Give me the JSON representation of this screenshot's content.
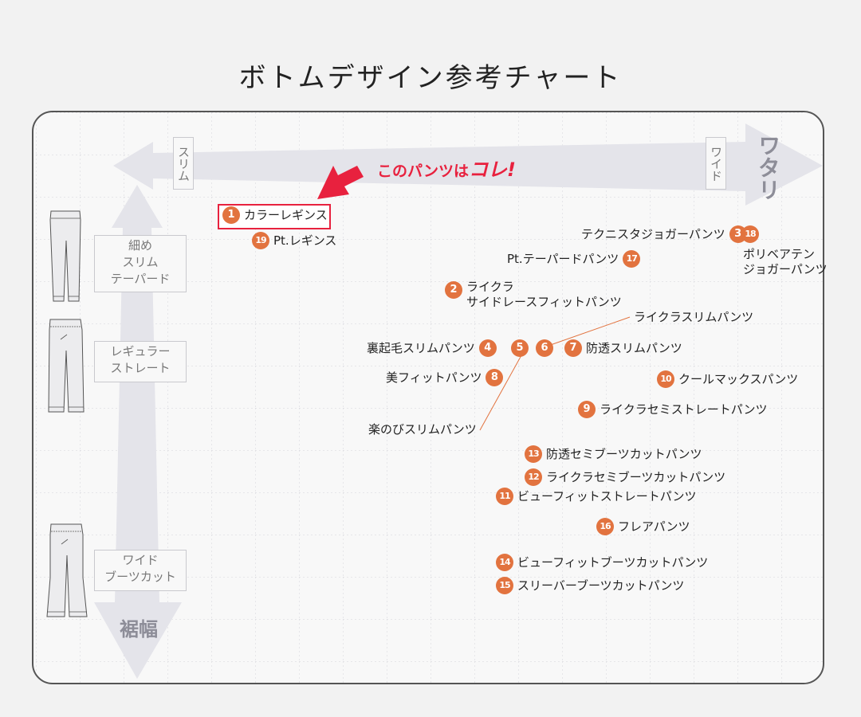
{
  "title": "ボトムデザイン参考チャート",
  "axis": {
    "top_left_label": "スリム",
    "top_right_label": "ワイド",
    "top_axis_name": "ワタリ",
    "left_axis_name": "裾幅",
    "left_labels": [
      {
        "line1": "細め",
        "line2": "スリム",
        "line3": "テーパード"
      },
      {
        "line1": "レギュラー",
        "line2": "ストレート"
      },
      {
        "line1": "ワイド",
        "line2": "ブーツカット"
      }
    ]
  },
  "callout": {
    "prefix": "このパンツは",
    "emphasis": "コレ!"
  },
  "items": [
    {
      "num": "1",
      "name": "カラーレギンス",
      "highlighted": true
    },
    {
      "num": "19",
      "name": "Pt.レギンス"
    },
    {
      "num": "3",
      "name": "テクニスタジョガーパンツ"
    },
    {
      "num": "18",
      "name1": "ポリベアテン",
      "name2": "ジョガーパンツ"
    },
    {
      "num": "17",
      "name": "Pt.テーパードパンツ"
    },
    {
      "num": "2",
      "name1": "ライクラ",
      "name2": "サイドレースフィットパンツ"
    },
    {
      "num": "6",
      "name": "ライクラスリムパンツ"
    },
    {
      "num": "4",
      "name": "裏起毛スリムパンツ"
    },
    {
      "num": "5",
      "name": "楽のびスリムパンツ"
    },
    {
      "num": "7",
      "name": "防透スリムパンツ"
    },
    {
      "num": "8",
      "name": "美フィットパンツ"
    },
    {
      "num": "10",
      "name": "クールマックスパンツ"
    },
    {
      "num": "9",
      "name": "ライクラセミストレートパンツ"
    },
    {
      "num": "13",
      "name": "防透セミブーツカットパンツ"
    },
    {
      "num": "12",
      "name": "ライクラセミブーツカットパンツ"
    },
    {
      "num": "11",
      "name": "ビューフィットストレートパンツ"
    },
    {
      "num": "16",
      "name": "フレアパンツ"
    },
    {
      "num": "14",
      "name": "ビューフィットブーツカットパンツ"
    },
    {
      "num": "15",
      "name": "スリーバーブーツカットパンツ"
    }
  ],
  "colors": {
    "badge": "#e2733f",
    "accent": "#e8213e",
    "arrow": "#e4e4ea",
    "axis_text": "#8d8d98"
  },
  "icons": [
    "slim-pants-icon",
    "straight-pants-icon",
    "bootcut-pants-icon"
  ]
}
